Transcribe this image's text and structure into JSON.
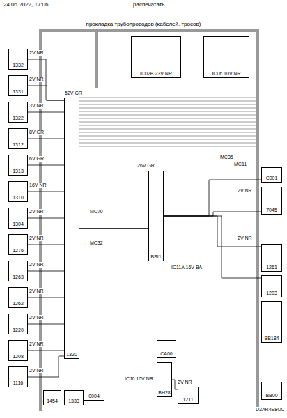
{
  "diagram": {
    "title": "прокладка трубопроводов (кабелей, тросов)",
    "nodes": [
      {
        "text": [
          "1332"
        ]
      },
      {
        "text": [
          "1331"
        ]
      },
      {
        "text": [
          "1322"
        ]
      },
      {
        "text": [
          "1312"
        ]
      },
      {
        "text": [
          "1313"
        ]
      },
      {
        "text": [
          "1310"
        ]
      },
      {
        "text": [
          "1304"
        ]
      },
      {
        "text": [
          "1276"
        ]
      },
      {
        "text": [
          "1263"
        ]
      },
      {
        "text": [
          "1262"
        ]
      },
      {
        "text": [
          "1220"
        ]
      },
      {
        "text": [
          "1208"
        ]
      },
      {
        "text": [
          "1116"
        ]
      },
      {
        "text": [
          "1320"
        ]
      },
      {
        "text": [
          "IC02B 23V NR"
        ]
      },
      {
        "text": [
          "IC06 10V NR"
        ]
      },
      {
        "text": [
          "BSI1"
        ]
      },
      {
        "text": [
          "C001"
        ]
      },
      {
        "text": [
          "7045"
        ]
      },
      {
        "text": [
          "1261"
        ]
      },
      {
        "text": [
          "1203"
        ]
      },
      {
        "text": [
          "BB184"
        ]
      },
      {
        "text": [
          "BB00"
        ]
      },
      {
        "text": [
          "CA00"
        ]
      },
      {
        "text": [
          "BH28"
        ]
      },
      {
        "text": [
          "1211"
        ]
      },
      {
        "text": [
          "0004"
        ]
      },
      {
        "text": [
          "1454"
        ]
      },
      {
        "text": [
          "1333"
        ]
      }
    ],
    "edges": [
      {
        "from": 0,
        "to": 13,
        "arrow": "none"
      },
      {
        "from": 1,
        "to": 13,
        "arrow": "none"
      },
      {
        "from": 2,
        "to": 13,
        "arrow": "none"
      },
      {
        "from": 3,
        "to": 13,
        "arrow": "none"
      },
      {
        "from": 4,
        "to": 13,
        "arrow": "none"
      },
      {
        "from": 5,
        "to": 13,
        "arrow": "none"
      },
      {
        "from": 6,
        "to": 13,
        "arrow": "none"
      },
      {
        "from": 7,
        "to": 13,
        "arrow": "none"
      },
      {
        "from": 8,
        "to": 13,
        "arrow": "none"
      },
      {
        "from": 9,
        "to": 13,
        "arrow": "none"
      },
      {
        "from": 10,
        "to": 13,
        "arrow": "none"
      },
      {
        "from": 11,
        "to": 13,
        "arrow": "none"
      },
      {
        "from": 12,
        "to": 13,
        "arrow": "none"
      },
      {
        "from": 13,
        "to": 16,
        "arrow": "none"
      },
      {
        "from": 16,
        "to": 17,
        "arrow": "none"
      },
      {
        "from": 16,
        "to": 18,
        "arrow": "none"
      },
      {
        "from": 16,
        "to": 19,
        "arrow": "none"
      },
      {
        "from": 16,
        "to": 20,
        "arrow": "none"
      },
      {
        "from": 24,
        "to": 25,
        "arrow": "none"
      }
    ],
    "labels": [
      "24.06.2022, 17:06",
      "распечатать",
      "2V NR",
      "2V NR",
      "3V NR",
      "8V GR",
      "6V GR",
      "16V NR",
      "2V NR",
      "2V NR",
      "2V NR",
      "2V NR",
      "2V NR",
      "2V NR",
      "2V NR",
      "52V GR",
      "MC70",
      "MC32",
      "MC35",
      "MC11",
      "26V GR",
      "IC11A 16V BA",
      "ICJ6 10V NR",
      "2V NR",
      "2V NR",
      "D3AR4E8OC",
      "2V NR"
    ]
  }
}
